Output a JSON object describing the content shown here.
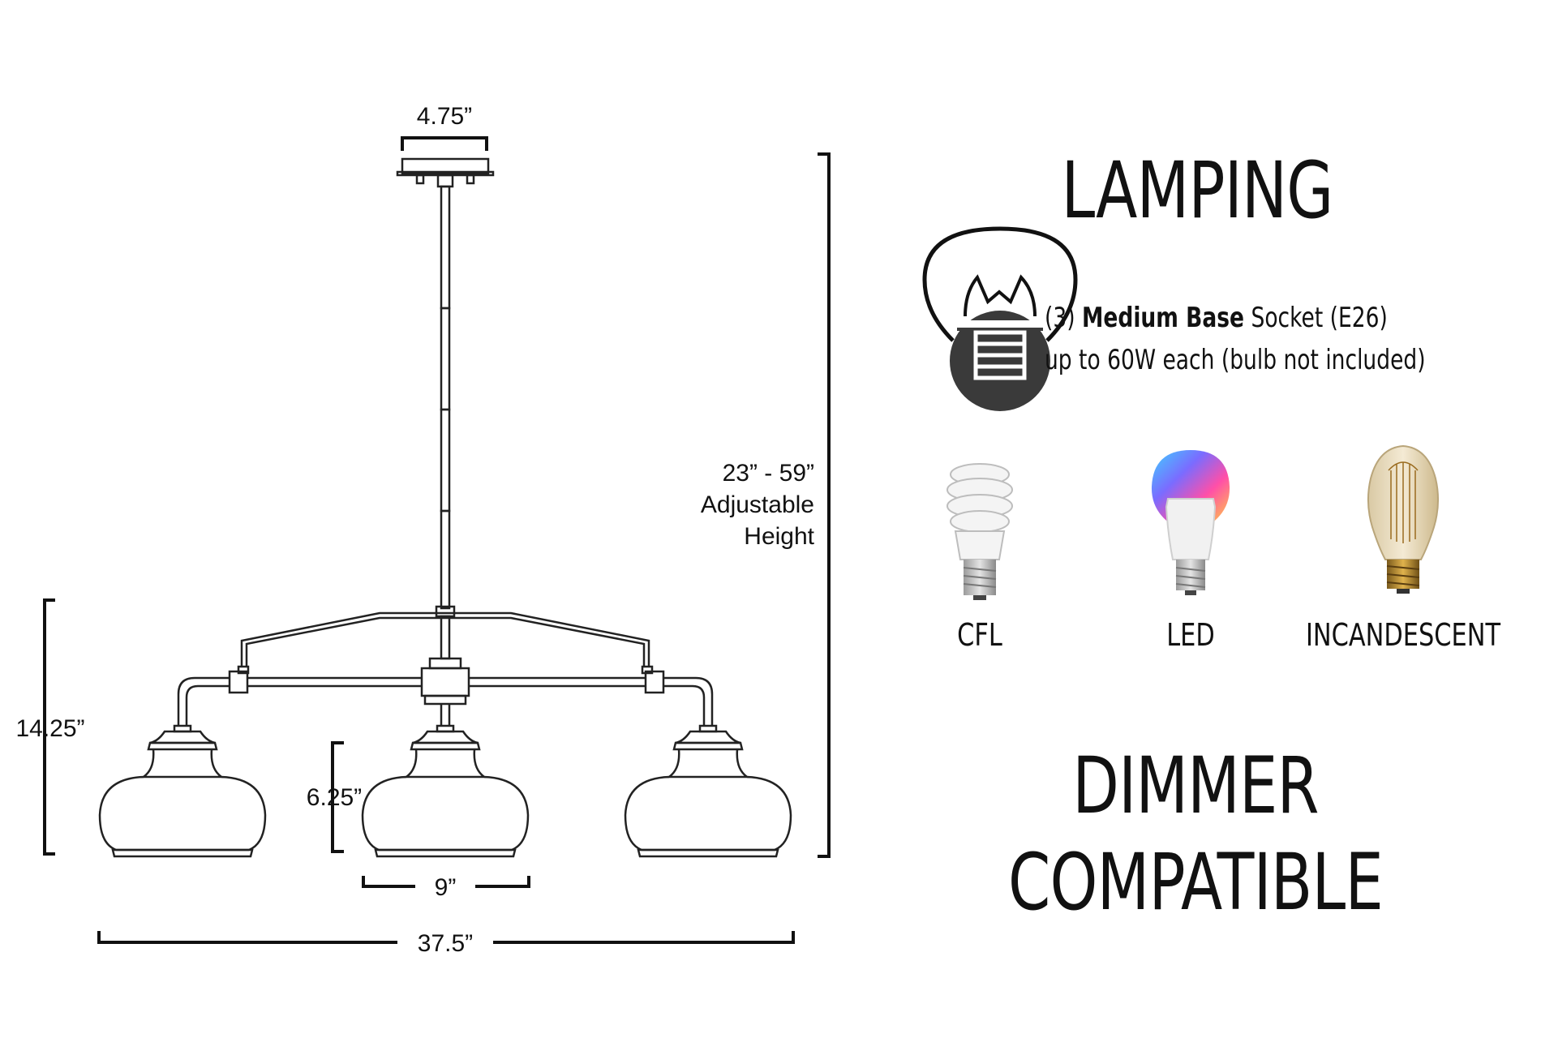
{
  "dimensions": {
    "canopy_width": "4.75”",
    "adjustable_range": "23” - 59”",
    "adjustable_word": "Adjustable",
    "height_word": "Height",
    "body_height": "14.25”",
    "shade_height": "6.25”",
    "shade_width": "9”",
    "overall_width": "37.5”"
  },
  "lamping": {
    "title": "LAMPING",
    "socket_count": "(3)",
    "socket_base": "Medium Base",
    "socket_type": "Socket (E26)",
    "wattage_note": "up to 60W each (bulb not included)",
    "bulb_icon": "lightbulb-icon"
  },
  "bulb_types": [
    {
      "label": "CFL",
      "icon": "cfl-bulb-icon"
    },
    {
      "label": "LED",
      "icon": "led-bulb-icon"
    },
    {
      "label": "INCANDESCENT",
      "icon": "incandescent-bulb-icon"
    }
  ],
  "dimmer": {
    "line1": "DIMMER",
    "line2": "COMPATIBLE"
  }
}
